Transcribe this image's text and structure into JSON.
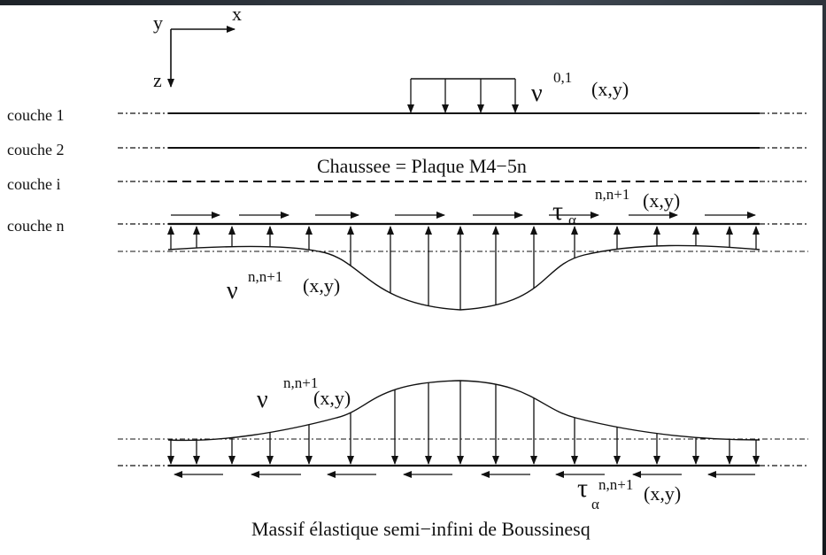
{
  "axes": {
    "x": "x",
    "y": "y",
    "z": "z"
  },
  "layers": [
    "couche 1",
    "couche 2",
    "couche i",
    "couche n"
  ],
  "load_top": {
    "symbol": "ν",
    "superscript": "0,1",
    "args": "(x,y)"
  },
  "plate_label": "Chaussee = Plaque M4−5n",
  "shear_top": {
    "symbol": "τ",
    "subscript": "α",
    "superscript": "n,n+1",
    "args": "(x,y)"
  },
  "reaction_upper": {
    "symbol": "ν",
    "superscript": "n,n+1",
    "args": "(x,y)"
  },
  "reaction_lower": {
    "symbol": "ν",
    "superscript": "n,n+1",
    "args": "(x,y)"
  },
  "shear_bottom": {
    "symbol": "τ",
    "subscript": "α",
    "superscript": "n,n+1",
    "args": "(x,y)"
  },
  "foundation_label": "Massif élastique semi−infini de Boussinesq"
}
